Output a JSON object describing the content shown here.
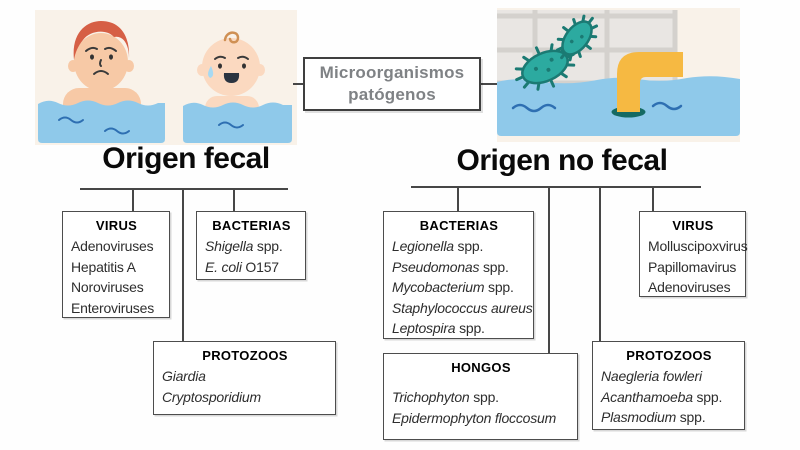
{
  "center_box": {
    "line1": "Microorganismos",
    "line2": "patógenos"
  },
  "branches": [
    {
      "title": "Origen fecal",
      "boxes": [
        {
          "header": "VIRUS",
          "items": [
            [
              {
                "t": "Adenoviruses",
                "it": false
              }
            ],
            [
              {
                "t": "Hepatitis A",
                "it": false
              }
            ],
            [
              {
                "t": "Noroviruses",
                "it": false
              }
            ],
            [
              {
                "t": "Enteroviruses",
                "it": false
              }
            ]
          ]
        },
        {
          "header": "BACTERIAS",
          "items": [
            [
              {
                "t": "Shigella",
                "it": true
              },
              {
                "t": " spp.",
                "it": false
              }
            ],
            [
              {
                "t": "E. coli",
                "it": true
              },
              {
                "t": " O157",
                "it": false
              }
            ]
          ]
        },
        {
          "header": "PROTOZOOS",
          "items": [
            [
              {
                "t": "Giardia",
                "it": true
              }
            ],
            [
              {
                "t": "Cryptosporidium",
                "it": true
              }
            ]
          ]
        }
      ]
    },
    {
      "title": "Origen no fecal",
      "boxes": [
        {
          "header": "BACTERIAS",
          "items": [
            [
              {
                "t": "Legionella",
                "it": true
              },
              {
                "t": " spp.",
                "it": false
              }
            ],
            [
              {
                "t": "Pseudomonas",
                "it": true
              },
              {
                "t": " spp.",
                "it": false
              }
            ],
            [
              {
                "t": "Mycobacterium",
                "it": true
              },
              {
                "t": " spp.",
                "it": false
              }
            ],
            [
              {
                "t": "Staphylococcus aureus",
                "it": true
              }
            ],
            [
              {
                "t": "Leptospira",
                "it": true
              },
              {
                "t": " spp.",
                "it": false
              }
            ]
          ]
        },
        {
          "header": "HONGOS",
          "items": [
            [
              {
                "t": "Trichophyton",
                "it": true
              },
              {
                "t": " spp.",
                "it": false
              }
            ],
            [
              {
                "t": "Epidermophyton floccosum",
                "it": true
              }
            ]
          ]
        },
        {
          "header": "PROTOZOOS",
          "items": [
            [
              {
                "t": "Naegleria fowleri",
                "it": true
              }
            ],
            [
              {
                "t": "Acanthamoeba",
                "it": true
              },
              {
                "t": " spp.",
                "it": false
              }
            ],
            [
              {
                "t": "Plasmodium",
                "it": true
              },
              {
                "t": " spp.",
                "it": false
              }
            ]
          ]
        },
        {
          "header": "VIRUS",
          "items": [
            [
              {
                "t": "Molluscipoxvirus",
                "it": false
              }
            ],
            [
              {
                "t": "Papillomavirus",
                "it": false
              }
            ],
            [
              {
                "t": "Adenoviruses",
                "it": false
              }
            ]
          ]
        }
      ]
    }
  ],
  "illustrations": {
    "left": "worried-boy-and-crying-baby-in-pool-water",
    "right": "pool-water-with-bacteria-and-drain-pipe"
  },
  "colors": {
    "panel": "#f9f2e9",
    "water": "#8fc9ea",
    "water_line": "#2e6fb2",
    "skin": "#f7c9a6",
    "skin_baby": "#fbd9c0",
    "hair": "#d65f45",
    "tile": "#e9e6e3",
    "grout": "#d4d1cd",
    "pipe": "#f6b942",
    "bacteria": "#2caaa0",
    "bacteria_dark": "#1b7a73",
    "line": "#474747",
    "box_border": "#4d4d4d",
    "center_text": "#7f8285",
    "title": "#0a0a0a",
    "item_text": "#2e2e2e"
  }
}
